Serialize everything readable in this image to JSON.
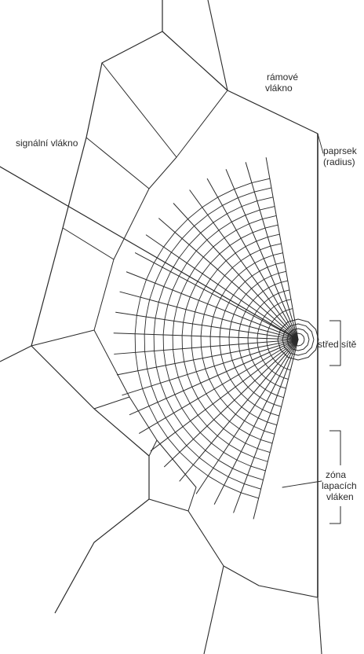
{
  "diagram": {
    "labels": {
      "frame_thread_1": "rámové",
      "frame_thread_2": "vlákno",
      "signal_thread": "signální vlákno",
      "radius_1": "paprsek",
      "radius_2": "(radius)",
      "hub": "střed sítě",
      "capture_1": "zóna",
      "capture_2": "lapacích",
      "capture_3": "vláken"
    },
    "colors": {
      "ink": "#2a2a2a",
      "background": "#ffffff"
    }
  }
}
